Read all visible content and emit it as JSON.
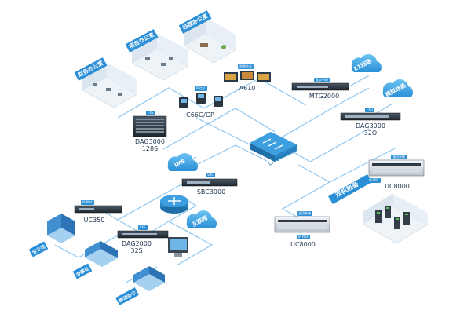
{
  "offices": {
    "finance": "财务办公室",
    "project": "项目办公室",
    "manager": "经理办公室"
  },
  "devices": {
    "a610": {
      "tag": "视频会议",
      "name": "A610"
    },
    "c66g": {
      "tag": "IP话机",
      "name": "C66G/GP"
    },
    "dag3000_128s": {
      "tag": "FXS",
      "line1": "DAG3000",
      "line2": "128S"
    },
    "mtg2000": {
      "tag": "数字中继",
      "name": "MTG2000"
    },
    "dag3000_32o": {
      "tag": "FXO",
      "line1": "DAG3000",
      "line2": "32O"
    },
    "sbc3000": {
      "tag": "SBC",
      "name": "SBC3000"
    },
    "lan_switch": {
      "name": "LAN Switch"
    },
    "uc350": {
      "tag": "IP PBX",
      "name": "UC350"
    },
    "dag2000_32s": {
      "tag": "FXS",
      "line1": "DAG2000",
      "line2": "32S"
    },
    "uc8000_standby": {
      "tag": "备用系统",
      "name": "UC8000"
    },
    "uc8000_main": {
      "tag": "主用系统",
      "name": "UC8000"
    },
    "uc8000_ippbx": {
      "tag": "IP PBX",
      "name": "UC8000"
    }
  },
  "clouds": {
    "e1": "E1线路",
    "analog": "模拟线路",
    "ims": "IMS",
    "internet": "互联网"
  },
  "ribbons": {
    "hotstandby": "双机热备"
  },
  "branches": {
    "branch_company": "分公司",
    "office": "办事处",
    "mobile": "移动办公"
  },
  "colors": {
    "line": "#8ec7ef",
    "accent": "#2a8fd6",
    "device": "#2e3a46"
  }
}
